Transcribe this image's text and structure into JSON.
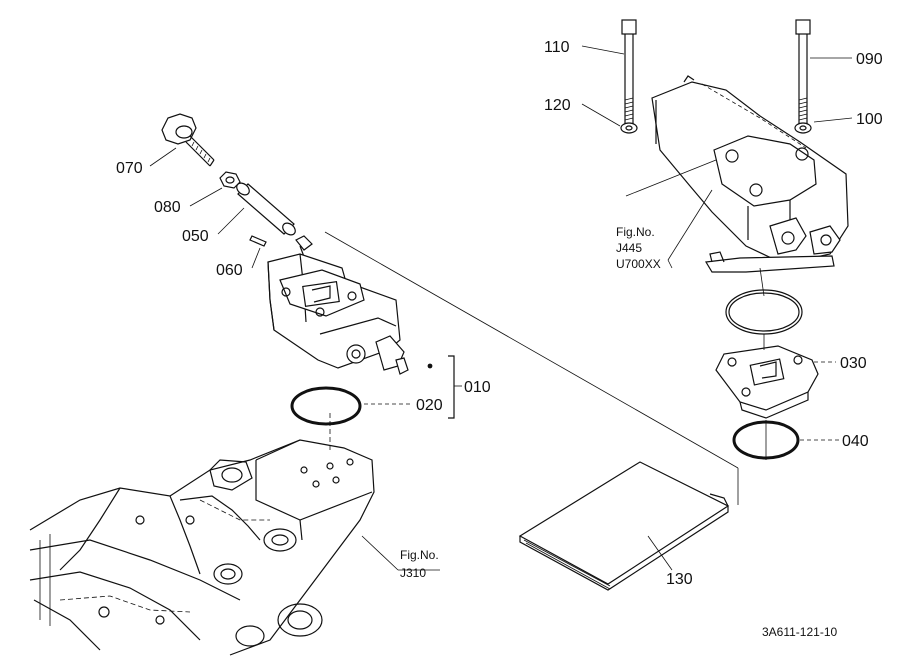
{
  "callouts": {
    "p010": "010",
    "p020": "020",
    "p030": "030",
    "p040": "040",
    "p050": "050",
    "p060": "060",
    "p070": "070",
    "p080": "080",
    "p090": "090",
    "p100": "100",
    "p110": "110",
    "p120": "120",
    "p130": "130"
  },
  "refs": {
    "j445_fig": "Fig.No.",
    "j445_no": "J445",
    "j445_model": "U700XX",
    "j310_fig": "Fig.No.",
    "j310_no": "J310"
  },
  "drawing_code": "3A611-121-10"
}
